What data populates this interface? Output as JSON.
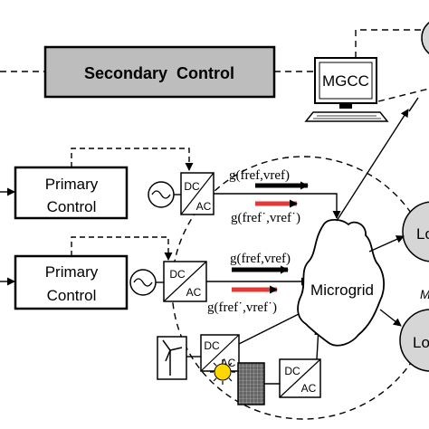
{
  "blocks": {
    "secondary_control": "Secondary  Control",
    "mgcc": "MGCC",
    "primary_control_1": {
      "line1": "Primary",
      "line2": "Control"
    },
    "primary_control_2": {
      "line1": "Primary",
      "line2": "Control"
    },
    "microgrid": "Microgrid",
    "load_top": "Lo",
    "load_bottom": "Lo",
    "load_mid_fragment": "M"
  },
  "converters": {
    "dc": "DC",
    "ac": "AC"
  },
  "signals": {
    "g_ref_1": "g(fref,vref)",
    "g_meas_1": "g(fref˙,vref˙)",
    "g_ref_2": "g(fref,vref)",
    "g_meas_2": "g(fref˙,vref˙)"
  },
  "colors": {
    "block_fill_gray": "#bdbdbd",
    "ref_arrow": "#000000",
    "meas_arrow": "#e53935",
    "load_fill": "#d6d6d6",
    "sun": "#ffd700",
    "solar_panel": "#555555"
  }
}
